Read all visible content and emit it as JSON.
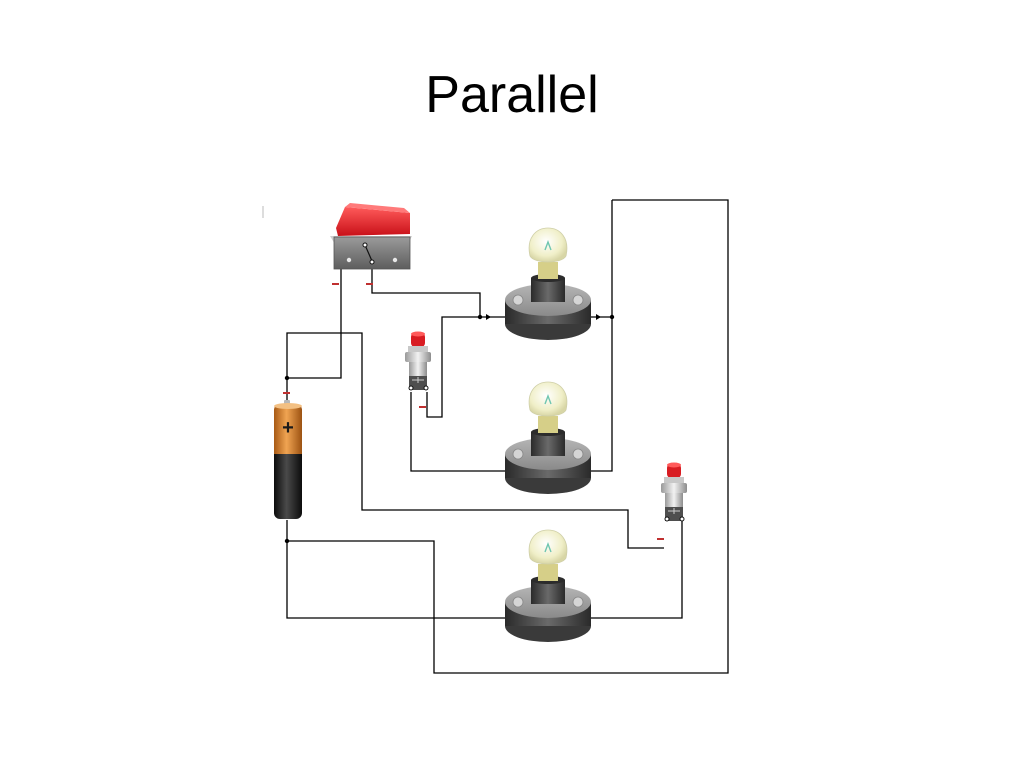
{
  "slide": {
    "title": "Parallel"
  },
  "battery": {
    "polarity_symbol": "+"
  },
  "colors": {
    "switch_red": "#e8242c",
    "battery_copper": "#d9822b",
    "battery_black": "#1e1e1e",
    "bulb_glass": "#f4f2cf",
    "lamp_base": "#4a4a4a",
    "button_red": "#d81c22",
    "wire": "#000000"
  },
  "components": [
    {
      "id": "battery",
      "icon": "battery-icon"
    },
    {
      "id": "rocker-switch",
      "icon": "rocker-switch-icon"
    },
    {
      "id": "push-button-1",
      "icon": "push-button-icon"
    },
    {
      "id": "push-button-2",
      "icon": "push-button-icon"
    },
    {
      "id": "lamp-1",
      "icon": "light-bulb-icon"
    },
    {
      "id": "lamp-2",
      "icon": "light-bulb-icon"
    },
    {
      "id": "lamp-3",
      "icon": "light-bulb-icon"
    }
  ]
}
